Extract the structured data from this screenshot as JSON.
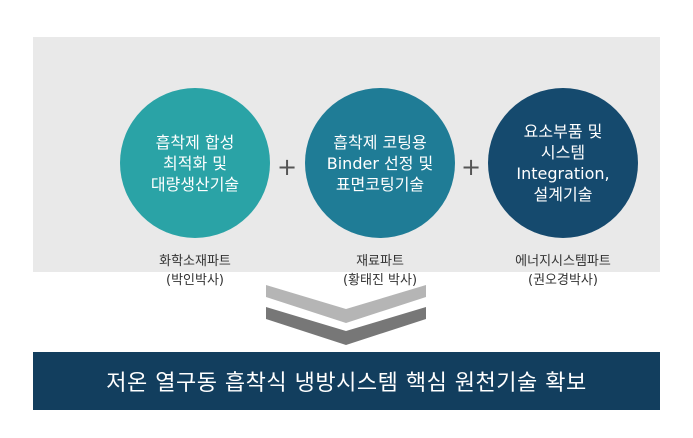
{
  "colors": {
    "panel_bg": "#e9e9e9",
    "circle1": "#2aa3a6",
    "circle2": "#1f7c96",
    "circle3": "#154a6e",
    "chevron_light": "#b5b5b5",
    "chevron_dark": "#777777",
    "banner_bg": "#123e5e"
  },
  "circles": [
    {
      "text": "흡착제 합성\n최적화 및\n대량생산기술"
    },
    {
      "text": "흡착제 코팅용\nBinder 선정 및\n표면코팅기술"
    },
    {
      "text": "요소부품 및\n시스템\nIntegration,\n설계기술"
    }
  ],
  "operators": [
    "+",
    "+"
  ],
  "teams": [
    {
      "text": "화학소재파트\n(박인박사)"
    },
    {
      "text": "재료파트\n(황태진 박사)"
    },
    {
      "text": "에너지시스템파트\n(권오경박사)"
    }
  ],
  "banner": {
    "text": "저온 열구동 흡착식 냉방시스템 핵심 원천기술 확보"
  }
}
